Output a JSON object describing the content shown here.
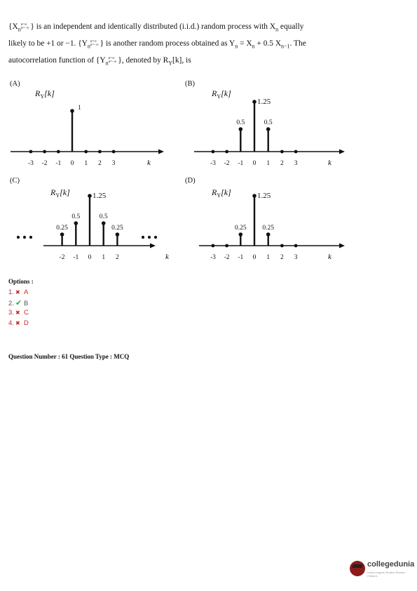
{
  "question": {
    "line1_pre": "{X",
    "line1_sub": "n",
    "line1_post": "} is an independent and identically distributed (i.i.d.) random process with X",
    "line1_end": " equally",
    "line2_pre": "likely to be  +1  or  −1. {Y",
    "line2_sub": "n",
    "line2_mid": "} is another random process obtained as Y",
    "line2_eq": " = X",
    "line2_plus": " + 0.5 X",
    "line2_idx": "n−1",
    "line2_end": ". The",
    "line3_pre": "autocorrelation function of {Y",
    "line3_sub": "n",
    "line3_post": "}, denoted by R",
    "line3_Ysub": "Y",
    "line3_end": "[k], is",
    "limit_top": "n=∞",
    "limit_bottom": "n=−∞"
  },
  "panels": [
    {
      "id": "A",
      "label": "(A)",
      "ylabel_main": "R",
      "ylabel_sub": "Y",
      "ylabel_arg": "[k]",
      "axis_var": "k",
      "dots_left": false,
      "dots_right": false,
      "ticks": [
        "-3",
        "-2",
        "-1",
        "0",
        "1",
        "2",
        "3"
      ],
      "chart_data": {
        "type": "scatter",
        "x": [
          -3,
          -2,
          -1,
          0,
          1,
          2,
          3
        ],
        "y": [
          0,
          0,
          0,
          1,
          0,
          0,
          0
        ],
        "point_labels": [
          "",
          "",
          "",
          "1",
          "",
          "",
          ""
        ]
      }
    },
    {
      "id": "B",
      "label": "(B)",
      "ylabel_main": "R",
      "ylabel_sub": "Y",
      "ylabel_arg": "[k]",
      "axis_var": "k",
      "dots_left": false,
      "dots_right": false,
      "ticks": [
        "-3",
        "-2",
        "-1",
        "0",
        "1",
        "2",
        "3"
      ],
      "chart_data": {
        "type": "scatter",
        "x": [
          -3,
          -2,
          -1,
          0,
          1,
          2,
          3
        ],
        "y": [
          0,
          0,
          0.5,
          1.25,
          0.5,
          0,
          0
        ],
        "point_labels": [
          "",
          "",
          "0.5",
          "1.25",
          "0.5",
          "",
          ""
        ]
      }
    },
    {
      "id": "C",
      "label": "(C)",
      "ylabel_main": "R",
      "ylabel_sub": "Y",
      "ylabel_arg": "[k]",
      "axis_var": "k",
      "dots_left": true,
      "dots_right": true,
      "ticks": [
        "-2",
        "-1",
        "0",
        "1",
        "2"
      ],
      "chart_data": {
        "type": "scatter",
        "x": [
          -2,
          -1,
          0,
          1,
          2
        ],
        "y": [
          0.25,
          0.5,
          1.25,
          0.5,
          0.25
        ],
        "point_labels": [
          "0.25",
          "0.5",
          "1.25",
          "0.5",
          "0.25"
        ]
      }
    },
    {
      "id": "D",
      "label": "(D)",
      "ylabel_main": "R",
      "ylabel_sub": "Y",
      "ylabel_arg": "[k]",
      "axis_var": "k",
      "dots_left": false,
      "dots_right": false,
      "ticks": [
        "-3",
        "-2",
        "-1",
        "0",
        "1",
        "2",
        "3"
      ],
      "chart_data": {
        "type": "scatter",
        "x": [
          -3,
          -2,
          -1,
          0,
          1,
          2,
          3
        ],
        "y": [
          0,
          0,
          0.25,
          1.25,
          0.25,
          0,
          0
        ],
        "point_labels": [
          "",
          "",
          "0.25",
          "1.25",
          "0.25",
          "",
          ""
        ]
      }
    }
  ],
  "options": {
    "heading": "Options :",
    "items": [
      {
        "num": "1.",
        "value": "A",
        "status": "wrong",
        "icon": "cross-icon"
      },
      {
        "num": "2.",
        "value": "B",
        "status": "correct",
        "icon": "check-icon"
      },
      {
        "num": "3.",
        "value": "C",
        "status": "wrong",
        "icon": "cross-icon"
      },
      {
        "num": "4.",
        "value": "D",
        "status": "wrong",
        "icon": "cross-icon"
      }
    ]
  },
  "meta": {
    "text": "Question Number : 61  Question Type : MCQ"
  },
  "brand": {
    "name": "collegedunia",
    "tagline": "India's largest Student Review Platform"
  },
  "colors": {
    "correct": "#43a047",
    "wrong": "#c62828",
    "brand": "#8e1a1a"
  }
}
